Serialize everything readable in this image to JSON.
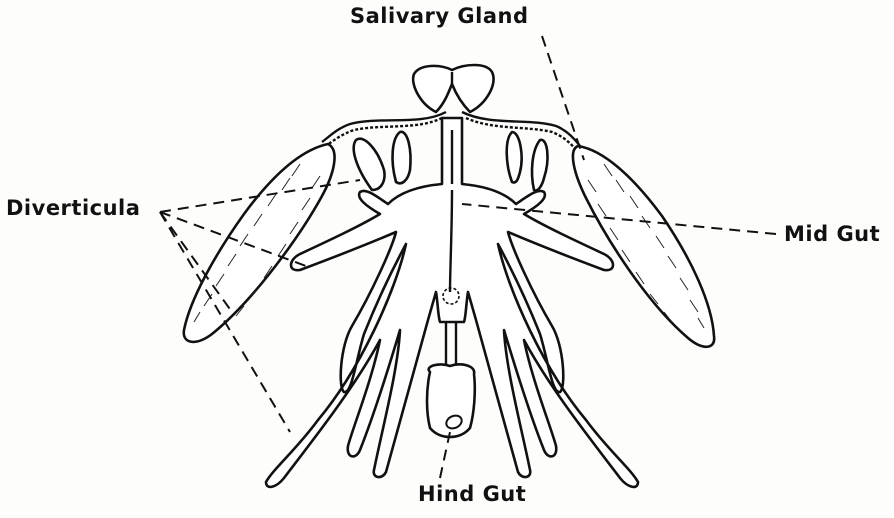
{
  "labels": {
    "salivary_gland": "Salivary Gland",
    "diverticula": "Diverticula",
    "mid_gut": "Mid Gut",
    "hind_gut": "Hind Gut"
  },
  "colors": {
    "ink": "#111111",
    "paper": "#fdfdfc"
  }
}
